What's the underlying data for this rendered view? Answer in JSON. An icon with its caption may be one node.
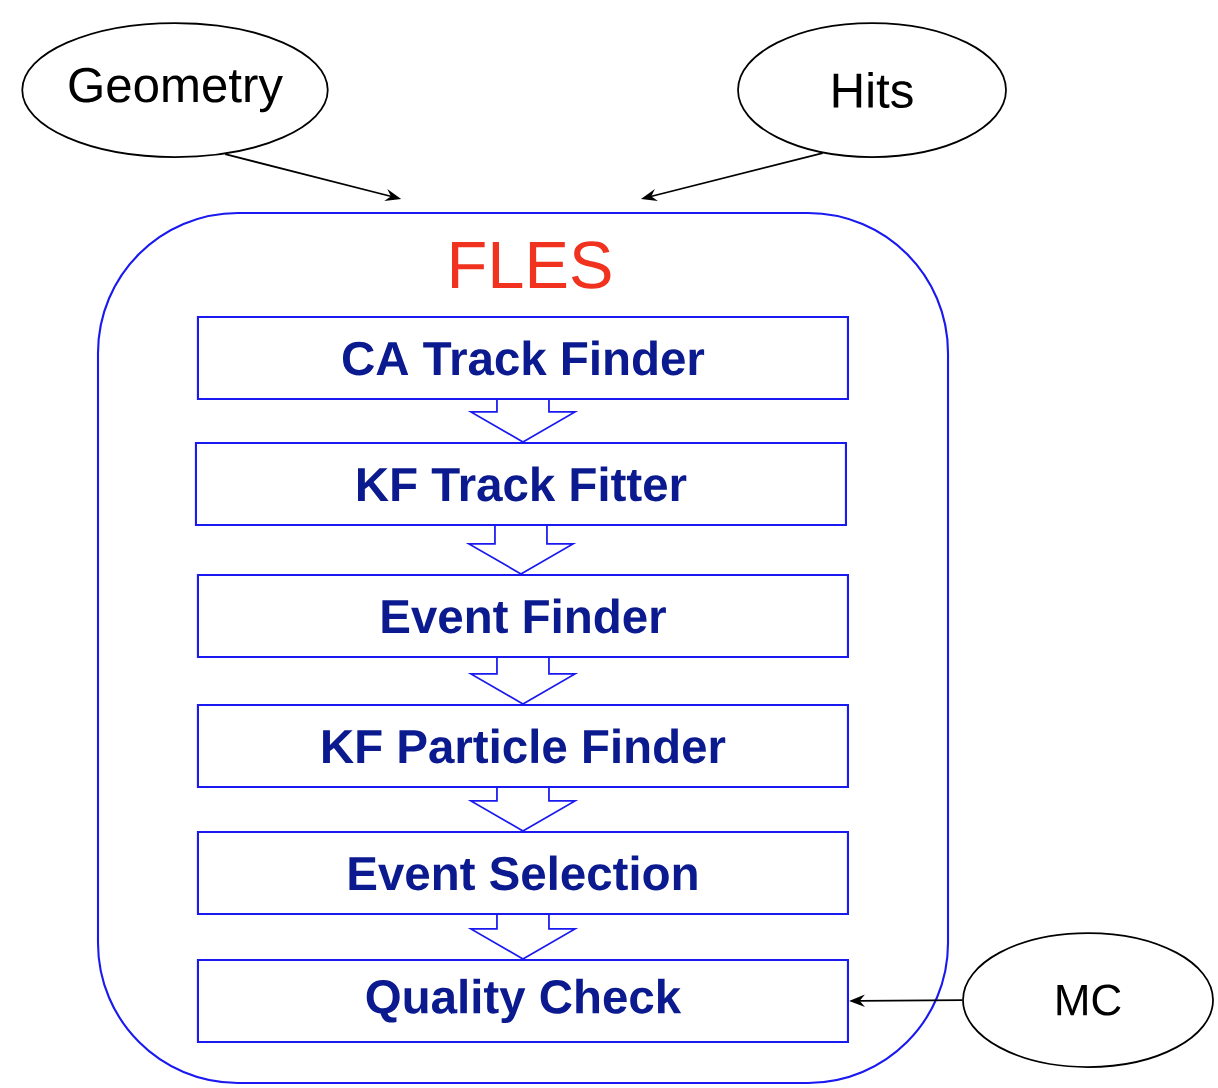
{
  "diagram": {
    "nodes": [
      {
        "text": [
          "Geometry"
        ]
      },
      {
        "text": [
          "Hits"
        ]
      },
      {
        "text": [
          "FLES"
        ]
      },
      {
        "text": [
          "CA Track Finder"
        ],
        "in": 2
      },
      {
        "text": [
          "KF Track Fitter"
        ],
        "in": 2
      },
      {
        "text": [
          "Event Finder"
        ],
        "in": 2
      },
      {
        "text": [
          "KF Particle Finder"
        ],
        "in": 2
      },
      {
        "text": [
          "Event Selection"
        ],
        "in": 2
      },
      {
        "text": [
          "Quality Check"
        ],
        "in": 2
      },
      {
        "text": [
          "MC"
        ]
      }
    ],
    "edges": [
      {
        "from": 0,
        "to": 2,
        "arrow": "to"
      },
      {
        "from": 1,
        "to": 2,
        "arrow": "to"
      },
      {
        "from": 3,
        "to": 4,
        "arrow": "to",
        "style": "thick"
      },
      {
        "from": 4,
        "to": 5,
        "arrow": "to",
        "style": "thick"
      },
      {
        "from": 5,
        "to": 6,
        "arrow": "to",
        "style": "thick"
      },
      {
        "from": 6,
        "to": 7,
        "arrow": "to",
        "style": "thick"
      },
      {
        "from": 7,
        "to": 8,
        "arrow": "to",
        "style": "thick"
      },
      {
        "from": 9,
        "to": 8,
        "arrow": "to"
      }
    ]
  }
}
